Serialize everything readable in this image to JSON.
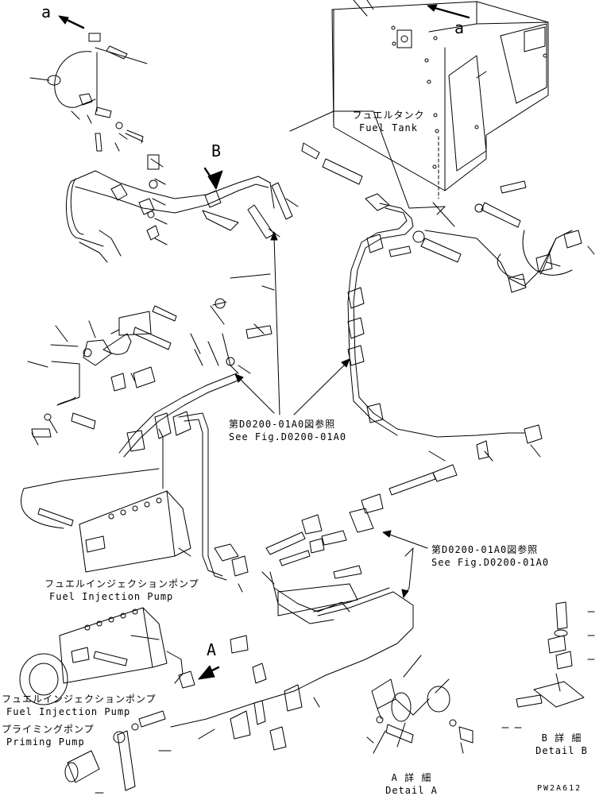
{
  "diagram": {
    "ref_a_top_left": "a",
    "ref_a_top_right": "a",
    "fuel_tank_jp": "フュエルタンク",
    "fuel_tank_en": "Fuel Tank",
    "view_b_marker": "B",
    "view_a_marker": "A",
    "see_fig_1_jp": "第D0200-01A0図参照",
    "see_fig_1_en": "See Fig.D0200-01A0",
    "see_fig_2_jp": "第D0200-01A0図参照",
    "see_fig_2_en": "See Fig.D0200-01A0",
    "fip_1_jp": "フュエルインジェクションポンプ",
    "fip_1_en": "Fuel Injection Pump",
    "fip_2_jp": "フュエルインジェクションポンプ",
    "fip_2_en": "Fuel Injection Pump",
    "priming_jp": "プライミングポンプ",
    "priming_en": "Priming Pump",
    "detail_a_jp": "A 詳 細",
    "detail_a_en": "Detail A",
    "detail_b_jp": "B 詳 細",
    "detail_b_en": "Detail B",
    "drawing_code": "PW2A612"
  },
  "style": {
    "line_color": "#000000",
    "background": "#ffffff"
  }
}
